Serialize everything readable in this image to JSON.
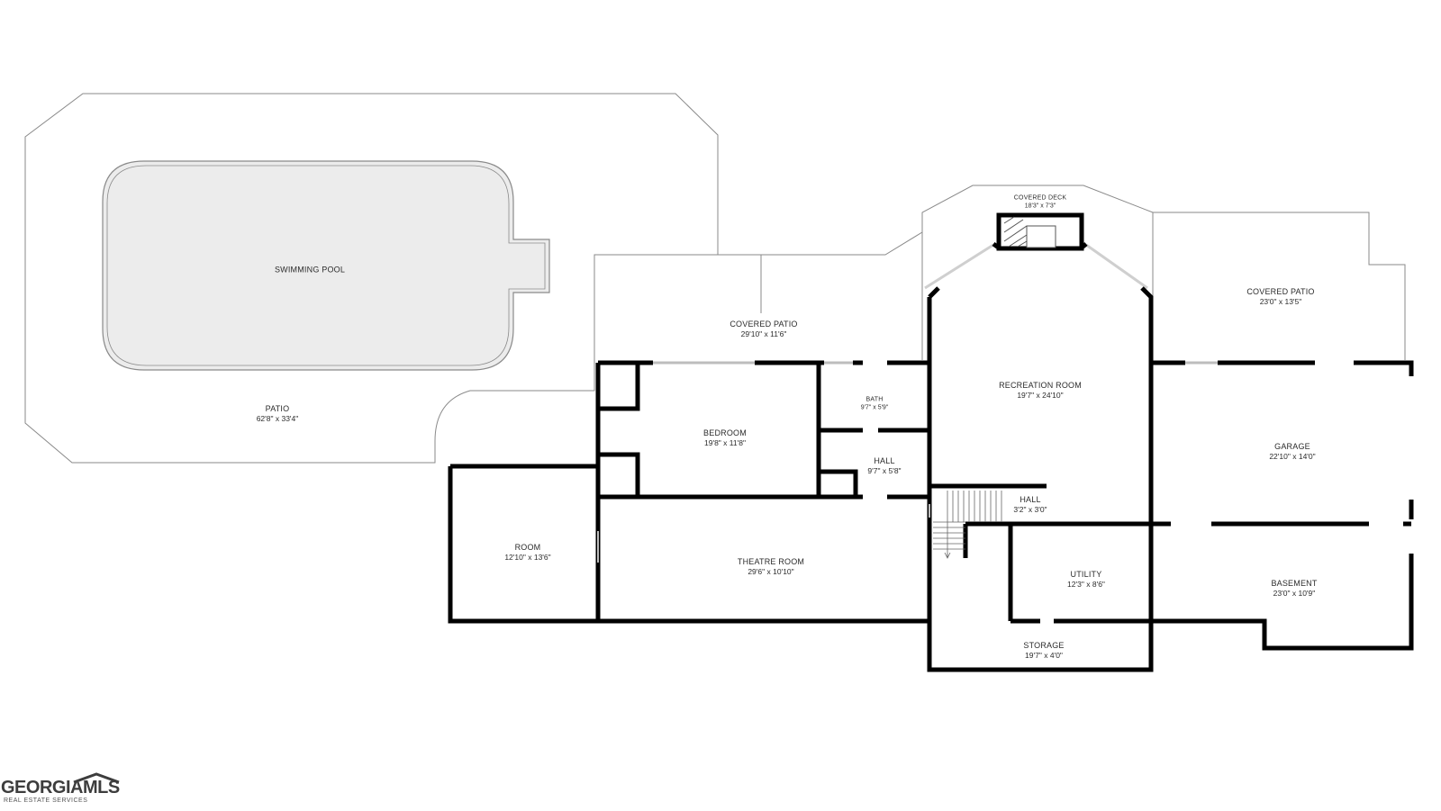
{
  "rooms": {
    "swimming_pool": {
      "name": "SWIMMING POOL",
      "dims": ""
    },
    "patio": {
      "name": "PATIO",
      "dims": "62'8\" x 33'4\""
    },
    "covered_patio_left": {
      "name": "COVERED PATIO",
      "dims": "29'10\" x 11'6\""
    },
    "covered_deck": {
      "name": "COVERED DECK",
      "dims": "18'3\" x 7'3\""
    },
    "covered_patio_right": {
      "name": "COVERED PATIO",
      "dims": "23'0\" x 13'5\""
    },
    "recreation_room": {
      "name": "RECREATION ROOM",
      "dims": "19'7\" x 24'10\""
    },
    "bath": {
      "name": "BATH",
      "dims": "9'7\" x 5'9\""
    },
    "bedroom": {
      "name": "BEDROOM",
      "dims": "19'8\" x 11'8\""
    },
    "hall_upper": {
      "name": "HALL",
      "dims": "9'7\" x 5'8\""
    },
    "hall_stair": {
      "name": "HALL",
      "dims": "3'2\" x 3'0\""
    },
    "garage": {
      "name": "GARAGE",
      "dims": "22'10\" x 14'0\""
    },
    "room": {
      "name": "ROOM",
      "dims": "12'10\" x 13'6\""
    },
    "theatre_room": {
      "name": "THEATRE ROOM",
      "dims": "29'6\" x 10'10\""
    },
    "utility": {
      "name": "UTILITY",
      "dims": "12'3\" x 8'6\""
    },
    "basement": {
      "name": "BASEMENT",
      "dims": "23'0\" x 10'9\""
    },
    "storage": {
      "name": "STORAGE",
      "dims": "19'7\" x 4'0\""
    }
  },
  "logo": {
    "wordmark": "GEORGIAMLS",
    "tagline": "REAL ESTATE SERVICES"
  },
  "colors": {
    "wall": "#000000",
    "outline": "#8a8a8a",
    "pool_fill": "#ececec",
    "text": "#2b2b2b"
  }
}
